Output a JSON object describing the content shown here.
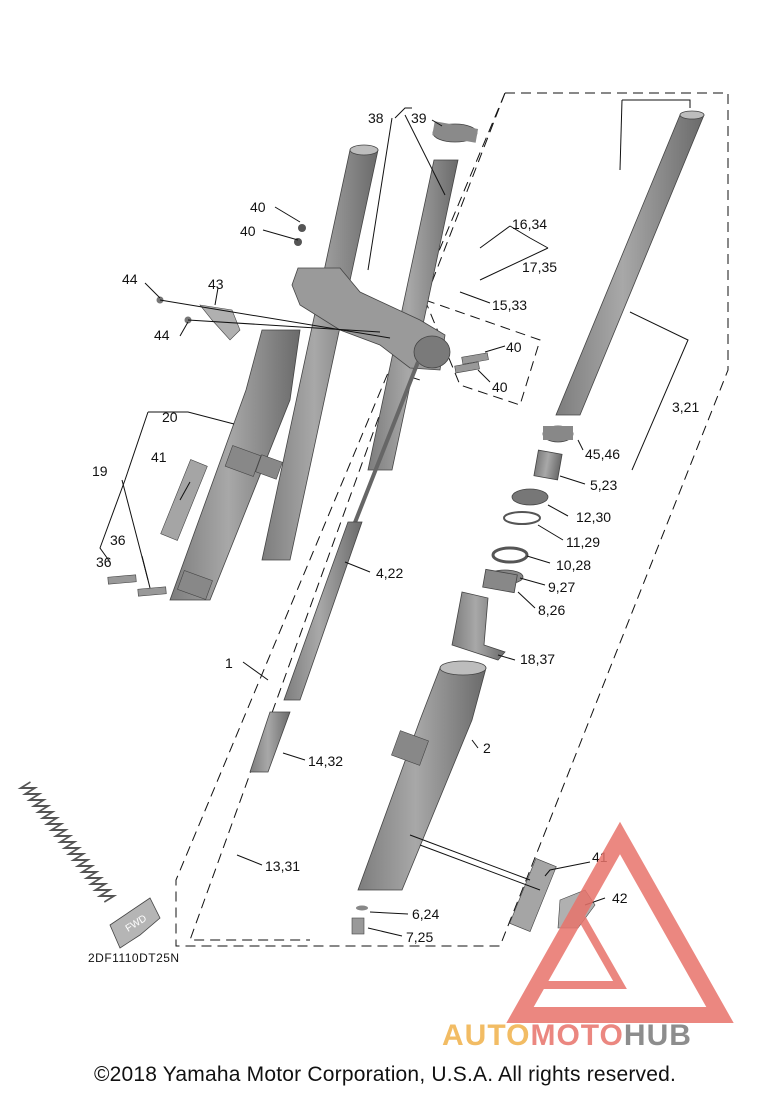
{
  "diagram": {
    "code": "2DF1110DT25N",
    "fwd_badge": "FWD",
    "labels": {
      "l38": "38",
      "l39": "39",
      "l40a": "40",
      "l40b": "40",
      "l40c": "40",
      "l40d": "40",
      "l16_34": "16,34",
      "l17_35": "17,35",
      "l15_33": "15,33",
      "l44a": "44",
      "l44b": "44",
      "l43": "43",
      "l20": "20",
      "l19": "19",
      "l41a": "41",
      "l36a": "36",
      "l36b": "36",
      "l3_21": "3,21",
      "l45_46": "45,46",
      "l5_23": "5,23",
      "l12_30": "12,30",
      "l11_29": "11,29",
      "l10_28": "10,28",
      "l9_27": "9,27",
      "l8_26": "8,26",
      "l4_22": "4,22",
      "l18_37": "18,37",
      "l1": "1",
      "l2": "2",
      "l14_32": "14,32",
      "l13_31": "13,31",
      "l41b": "41",
      "l42": "42",
      "l6_24": "6,24",
      "l7_25": "7,25"
    },
    "colors": {
      "tube": "#9a9a9a",
      "tube_dark": "#6e6e6e",
      "line": "#111111",
      "watermark": "#e8736b",
      "watermark_text_a": "#f0b14a",
      "watermark_text_b": "#e8736b",
      "watermark_text_c": "#7a7a7a"
    }
  },
  "watermark": {
    "part1": "AUTO",
    "part2": "MOTO",
    "part3": "HUB"
  },
  "footer": {
    "copyright": "©2018 Yamaha Motor Corporation, U.S.A. All rights reserved."
  }
}
